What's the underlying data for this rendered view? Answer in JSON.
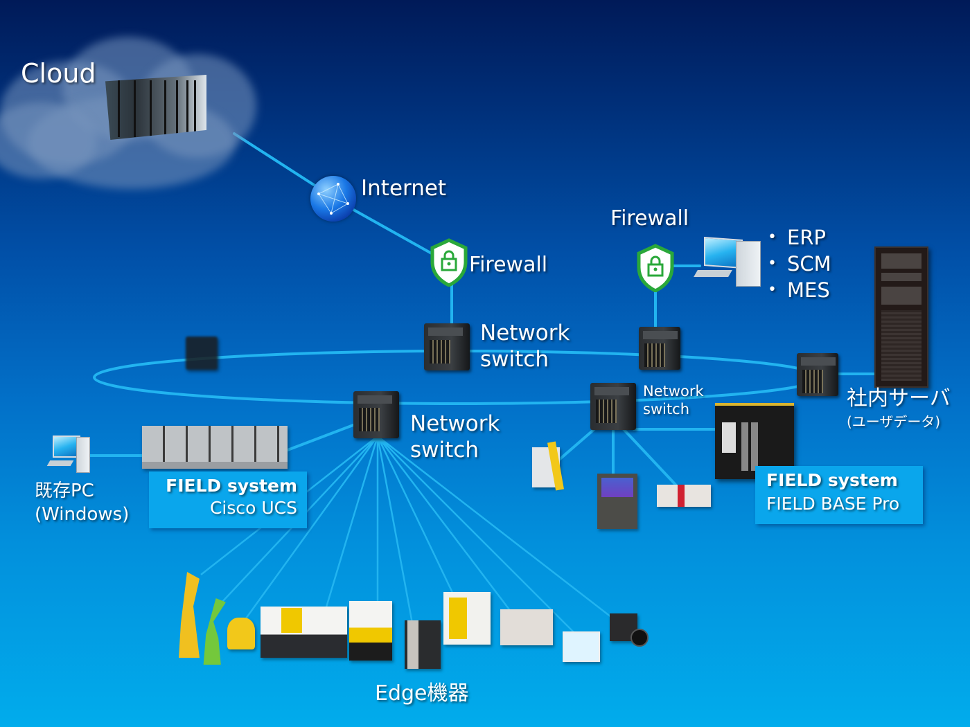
{
  "colors": {
    "background_top": "#001a58",
    "background_bottom": "#01acec",
    "connection_line": "#22b4f0",
    "label_box": "#0aa6ec",
    "firewall_green": "#2aa83a",
    "text": "#ffffff"
  },
  "cloud": {
    "label": "Cloud",
    "icon": "datacenter-icon"
  },
  "internet": {
    "label": "Internet",
    "icon": "globe-icon"
  },
  "firewalls": [
    {
      "id": "firewall-left",
      "label": "Firewall",
      "icon": "shield-lock-icon"
    },
    {
      "id": "firewall-right",
      "label": "Firewall",
      "icon": "shield-lock-icon"
    }
  ],
  "business_systems": {
    "icon": "desktop-pc-icon",
    "items": [
      "ERP",
      "SCM",
      "MES"
    ]
  },
  "network_switches": [
    {
      "id": "switch-top-center",
      "label_line1": "Network",
      "label_line2": "switch"
    },
    {
      "id": "switch-lower-center",
      "label_line1": "Network",
      "label_line2": "switch"
    },
    {
      "id": "switch-lower-right",
      "label_line1": "Network",
      "label_line2": "switch"
    },
    {
      "id": "switch-top-right",
      "label_line1": "",
      "label_line2": ""
    },
    {
      "id": "switch-far-right",
      "label_line1": "",
      "label_line2": ""
    },
    {
      "id": "switch-left-faded",
      "label_line1": "",
      "label_line2": ""
    }
  ],
  "internal_server": {
    "label": "社内サーバ",
    "sublabel": "(ユーザデータ)",
    "icon": "tower-server-icon"
  },
  "existing_pc": {
    "label_line1": "既存PC",
    "label_line2": "(Windows)",
    "icon": "desktop-pc-icon"
  },
  "field_system_ucs": {
    "title": "FIELD system",
    "subtitle": "Cisco UCS",
    "icon": "rack-server-icon"
  },
  "field_system_base_pro": {
    "title": "FIELD system",
    "subtitle": "FIELD BASE Pro",
    "icon": "industrial-pc-icon"
  },
  "edge_devices": {
    "label": "Edge機器",
    "items": [
      "industrial-robot-yellow",
      "industrial-robot-green",
      "delta-robot",
      "injection-molding-machine",
      "wire-edm-machine",
      "cnc-machine",
      "machining-center",
      "plc-modules",
      "hmi-panel",
      "industrial-camera"
    ]
  },
  "right_cluster_devices": [
    "industrial-robot",
    "cnc-controller",
    "plc-rack"
  ]
}
